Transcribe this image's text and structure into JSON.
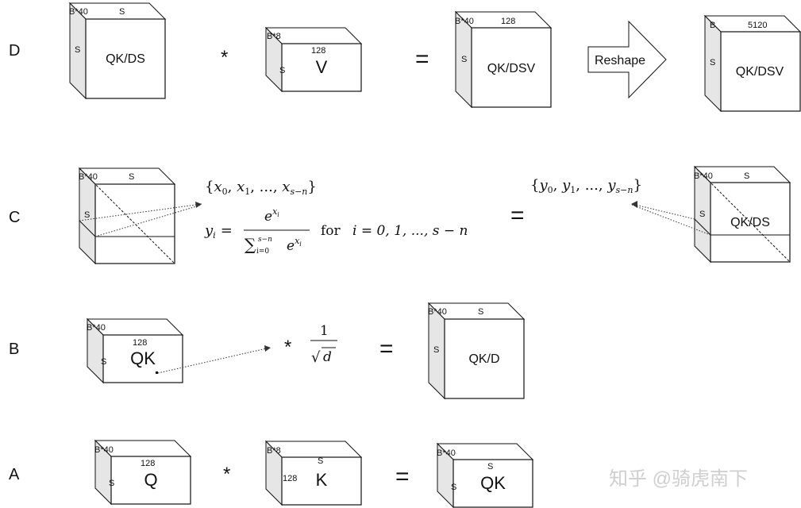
{
  "rows": [
    {
      "id": "D",
      "label": "D"
    },
    {
      "id": "C",
      "label": "C"
    },
    {
      "id": "B",
      "label": "B"
    },
    {
      "id": "A",
      "label": "A"
    }
  ],
  "operators": {
    "star": "*",
    "equals": "=",
    "reshape": "Reshape"
  },
  "cubes": {
    "d1": {
      "corner": "B*40",
      "top": "S",
      "side": "S",
      "main": "QK/DS"
    },
    "d2": {
      "corner": "B*8",
      "top": "128",
      "side": "S",
      "main": "V"
    },
    "d3": {
      "corner": "B*40",
      "top": "128",
      "side": "S",
      "main": "QK/DSV"
    },
    "d4": {
      "corner": "B",
      "top": "5120",
      "side": "S",
      "main": "QK/DSV"
    },
    "c1": {
      "corner": "B*40",
      "top": "S",
      "side": "S",
      "main": ""
    },
    "c2": {
      "corner": "B*40",
      "top": "S",
      "side": "S",
      "main": "QK/DS"
    },
    "b1": {
      "corner": "B*40",
      "top": "128",
      "side": "S",
      "main": "QK"
    },
    "b2": {
      "corner": "B*40",
      "top": "S",
      "side": "S",
      "main": "QK/D"
    },
    "a1": {
      "corner": "B*40",
      "top": "128",
      "side": "S",
      "main": "Q"
    },
    "a2": {
      "corner": "B*8",
      "top": "S",
      "side": "128",
      "main": "K"
    },
    "a3": {
      "corner": "B*40",
      "top": "S",
      "side": "S",
      "main": "QK"
    }
  },
  "formulas": {
    "x_set": {
      "open": "{",
      "x": "x",
      "s0": "0",
      "s1": "1",
      "dots": ", ..., ",
      "sn": "s−n",
      "close": "}"
    },
    "y_set": {
      "open": "{",
      "y": "y",
      "s0": "0",
      "s1": "1",
      "dots": ", ..., ",
      "sn": "s−n",
      "close": "}"
    },
    "softmax": {
      "lhs": "y",
      "lhs_sub": "i",
      "eq": "=",
      "num": "e",
      "num_sup": "x",
      "num_sup_sub": "i",
      "sum": "∑",
      "sum_top": "s−n",
      "sum_bot": "i=0",
      "den": "e",
      "den_sup": "x",
      "den_sup_sub": "i",
      "for": "for",
      "range": "i = 0, 1, ..., s − n"
    },
    "scale": {
      "num": "1",
      "radical": "√",
      "d": "d"
    }
  },
  "watermark": "知乎 @骑虎南下"
}
